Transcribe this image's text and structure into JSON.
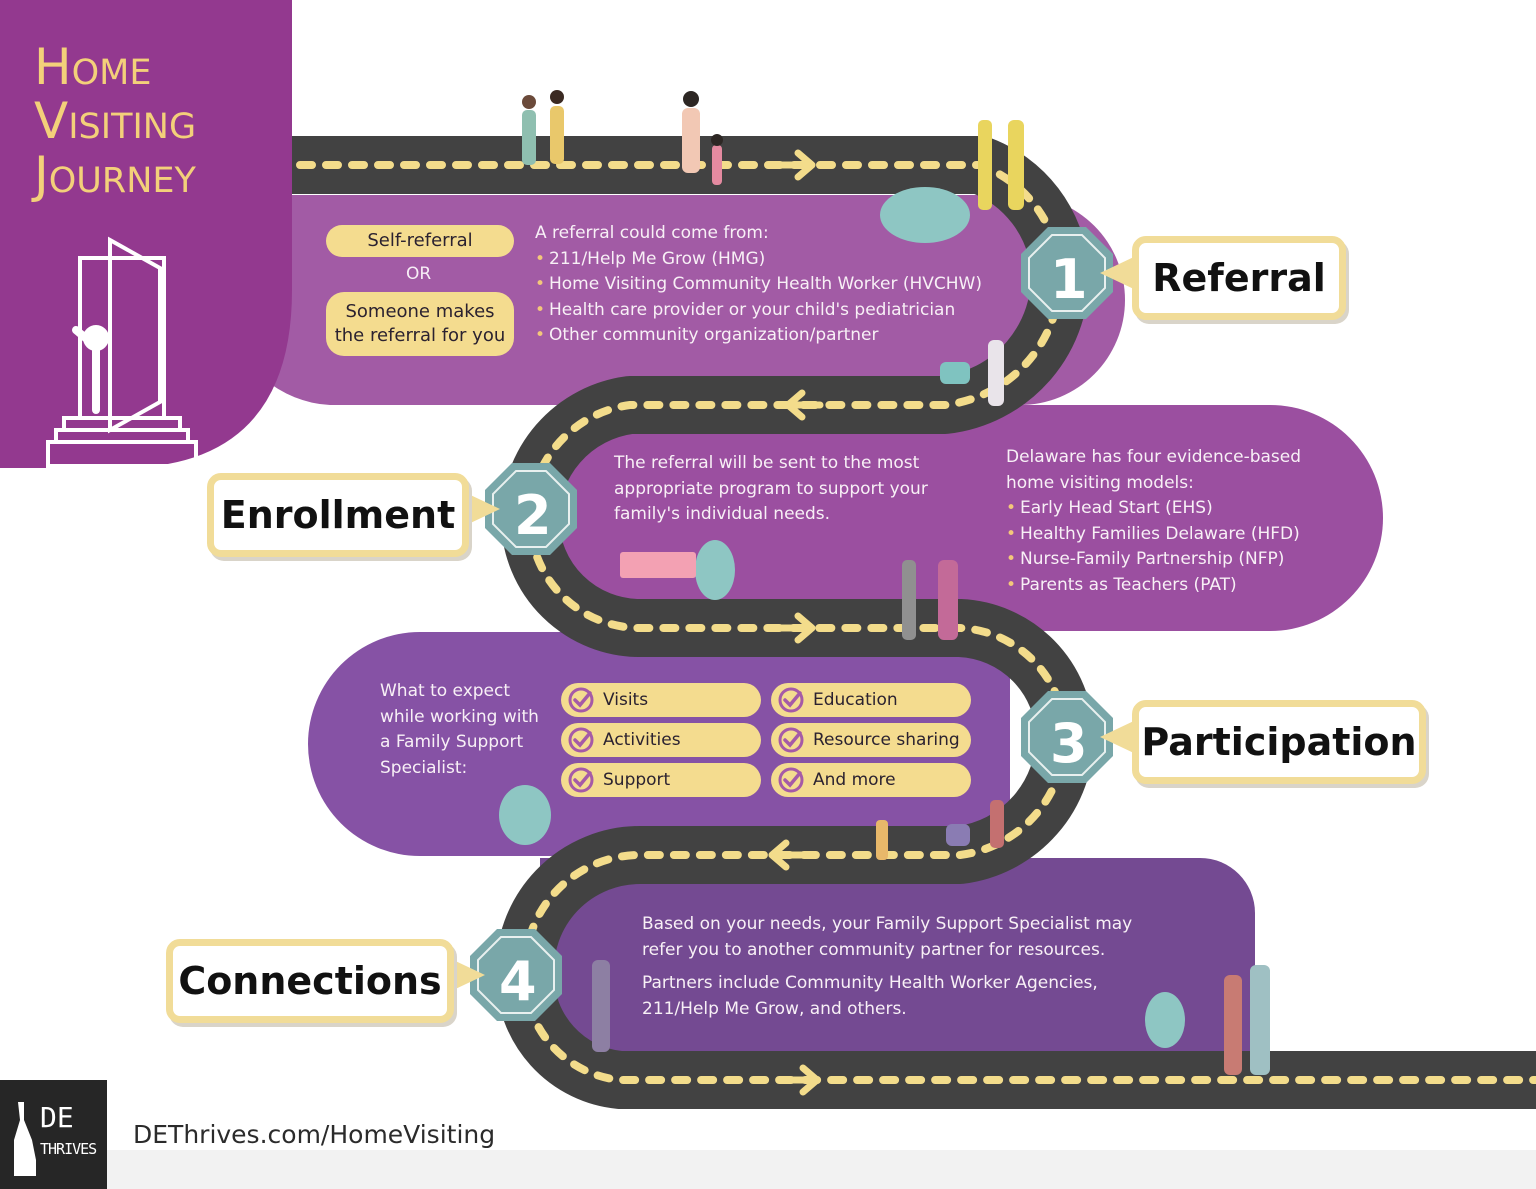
{
  "title": {
    "lines": [
      "Home",
      "Visiting",
      "Journey"
    ]
  },
  "colors": {
    "title_panel": "#93398f",
    "band_1": "#a25ba5",
    "band_2": "#9b4fa0",
    "band_3": "#8652a5",
    "band_4": "#744a92",
    "road": "#424242",
    "road_dash": "#f3dc8b",
    "pill": "#f4dc8f",
    "marker": "#79a7a9",
    "label_border": "#f1dc98",
    "bullet": "#f3c77a"
  },
  "steps": [
    {
      "number": "1",
      "label": "Referral",
      "options": {
        "first": "Self-referral",
        "separator": "OR",
        "second_line1": "Someone makes",
        "second_line2": "the referral for you"
      },
      "intro": "A referral could come from:",
      "bullets": [
        "211/Help Me Grow (HMG)",
        "Home Visiting Community Health Worker (HVCHW)",
        "Health care provider or your child's pediatrician",
        "Other community organization/partner"
      ]
    },
    {
      "number": "2",
      "label": "Enrollment",
      "text_lines": [
        "The referral will be sent to the most",
        "appropriate program to support your",
        "family's individual needs."
      ],
      "models_intro_lines": [
        "Delaware has four evidence-based",
        "home visiting models:"
      ],
      "models": [
        "Early Head Start (EHS)",
        "Healthy Families Delaware (HFD)",
        "Nurse-Family Partnership (NFP)",
        "Parents as Teachers (PAT)"
      ]
    },
    {
      "number": "3",
      "label": "Participation",
      "intro_lines": [
        "What to expect",
        "while working with",
        "a Family Support",
        "Specialist:"
      ],
      "checklist": [
        "Visits",
        "Education",
        "Activities",
        "Resource sharing",
        "Support",
        "And more"
      ]
    },
    {
      "number": "4",
      "label": "Connections",
      "paragraph1_lines": [
        "Based on your needs, your Family Support Specialist may",
        "refer you to another community partner for resources."
      ],
      "paragraph2_lines": [
        "Partners include Community Health Worker Agencies,",
        "211/Help Me Grow, and others."
      ]
    }
  ],
  "footer": {
    "logo_line1": "DE",
    "logo_line2": "THRIVES",
    "url": "DEThrives.com/HomeVisiting"
  }
}
